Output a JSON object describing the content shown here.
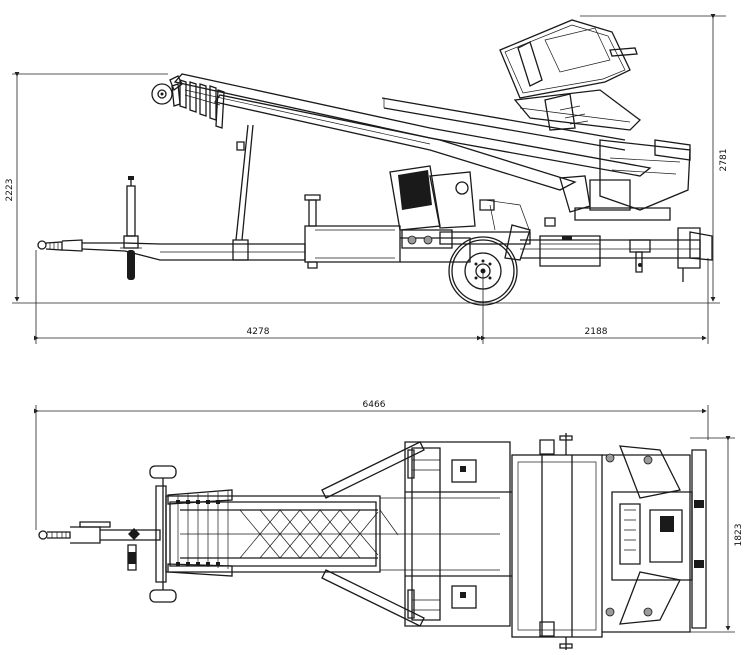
{
  "side_view": {
    "total_length": "4278",
    "rear_length": "2188",
    "height_transport": "2223",
    "height_max": "2781"
  },
  "top_view": {
    "overall_length": "6466",
    "width": "1823"
  }
}
